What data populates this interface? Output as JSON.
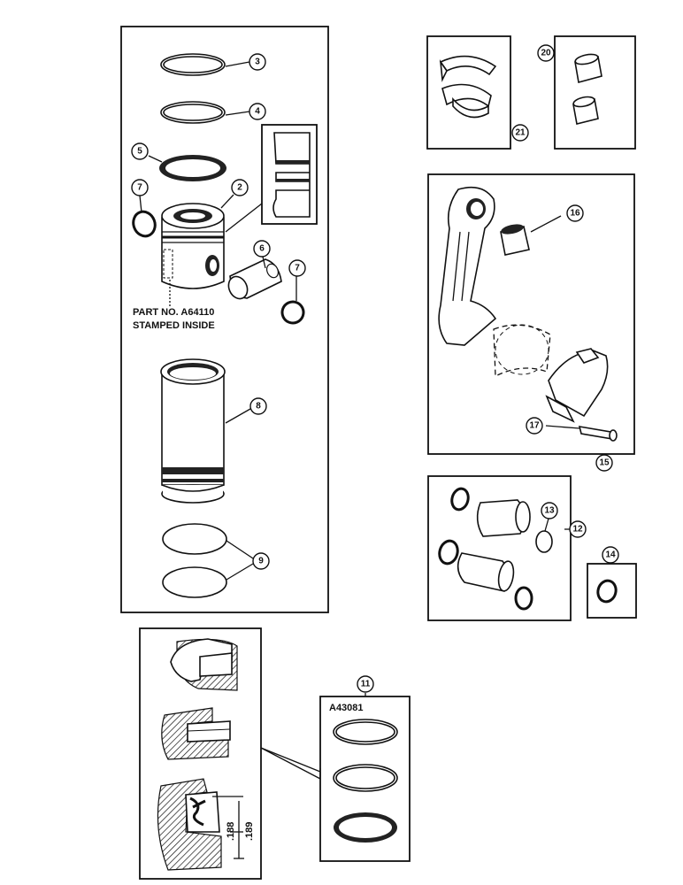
{
  "callouts": [
    "3",
    "4",
    "5",
    "7",
    "2",
    "6",
    "7",
    "8",
    "9",
    "20",
    "21",
    "16",
    "17",
    "15",
    "13",
    "12",
    "14",
    "11"
  ],
  "text": {
    "part_no": "PART NO. A64110",
    "stamped": "STAMPED INSIDE",
    "ring_set_part": "A43081",
    "dim_188": ".188",
    "dim_189": ".189"
  }
}
